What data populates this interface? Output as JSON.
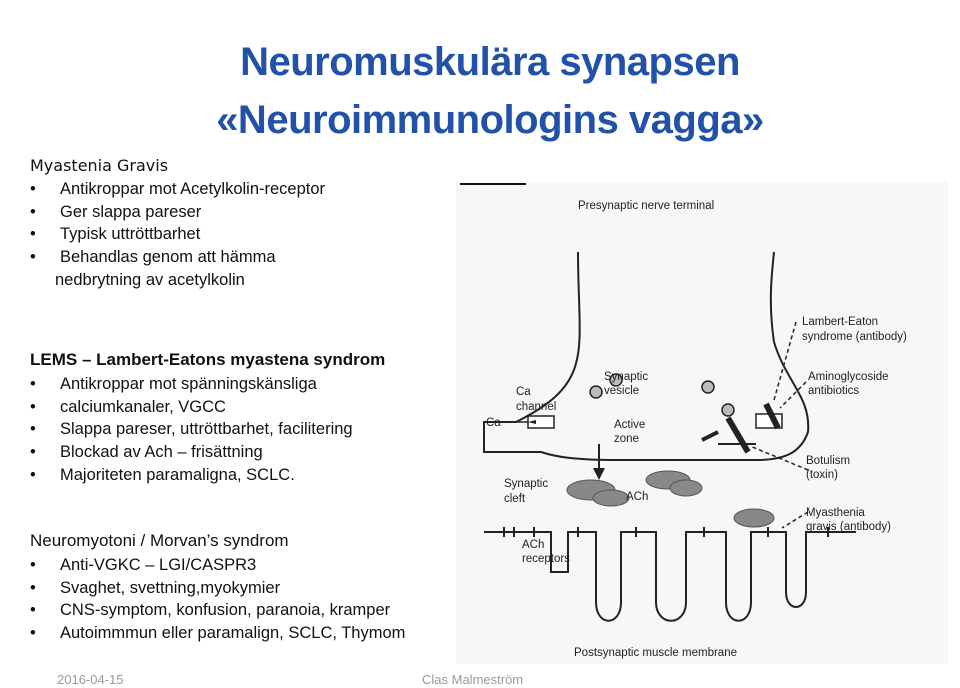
{
  "title": {
    "line1": "Neuromuskulära synapsen",
    "line2": "«Neuroimmunologins vagga»"
  },
  "myasthenia": {
    "heading": "Myastenia Gravis",
    "items": [
      "Antikroppar mot Acetylkolin-receptor",
      "Ger slappa pareser",
      "Typisk uttröttbarhet",
      "Behandlas genom att hämma",
      "nedbrytning av acetylkolin"
    ]
  },
  "lems": {
    "heading": "LEMS – Lambert-Eatons myastena syndrom",
    "items": [
      "Antikroppar mot spänningskänsliga",
      "calciumkanaler, VGCC",
      "Slappa pareser, uttröttbarhet, facilitering",
      "Blockad av Ach – frisättning",
      "Majoriteten paramaligna, SCLC."
    ]
  },
  "neuromyotonia": {
    "heading": "Neuromyotoni  / Morvan’s syndrom",
    "items": [
      "Anti-VGKC – LGI/CASPR3",
      "Svaghet, svettning,myokymier",
      "CNS-symptom, konfusion, paranoia, kramper",
      "Autoimmmun eller  paramalign, SCLC, Thymom"
    ]
  },
  "figure": {
    "presynaptic": "Presynaptic  nerve  terminal",
    "lambert_line1": "Lambert-Eaton",
    "lambert_line2": "syndrome (antibody)",
    "aminoglycoside_line1": "Aminoglycoside",
    "aminoglycoside_line2": "antibiotics",
    "synaptic_line1": "Synaptic",
    "synaptic_line2": "vesicle",
    "ca_channel_line1": "Ca",
    "ca_channel_line2": "channel",
    "ca": "Ca",
    "active_line1": "Active",
    "active_line2": "zone",
    "botulism_line1": "Botulism",
    "botulism_line2": "(toxin)",
    "cleft_line1": "Synaptic",
    "cleft_line2": "cleft",
    "ach": "ACh",
    "myasthenia_line1": "Myasthenia",
    "myasthenia_line2": "gravis (antibody)",
    "receptors_line1": "ACh",
    "receptors_line2": "receptors",
    "postsynaptic": "Postsynaptic  muscle  membrane"
  },
  "footer": {
    "date": "2016-04-15",
    "author": "Clas Malmeström"
  }
}
